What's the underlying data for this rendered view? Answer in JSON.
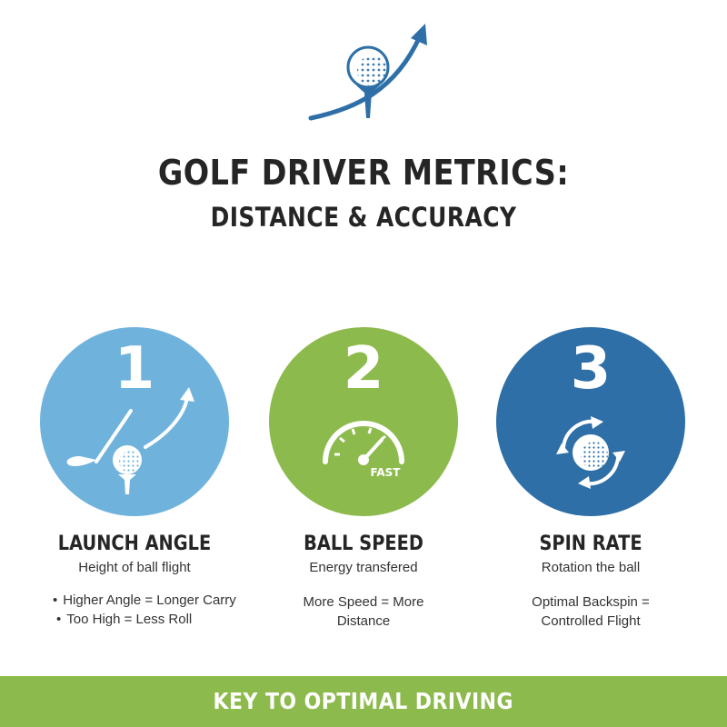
{
  "header": {
    "title": "GOLF DRIVER METRICS:",
    "subtitle": "DISTANCE & ACCURACY",
    "logo_icon": "golf-ball-tee-arrow-icon"
  },
  "colors": {
    "launch": "#6fb3dd",
    "speed": "#8dba4c",
    "spin": "#2e6fa8",
    "accent_blue": "#2e6fa8",
    "footer": "#8dba4c"
  },
  "metrics": [
    {
      "number": "1",
      "name": "LAUNCH ANGLE",
      "description": "Height of ball flight",
      "bullets": [
        "Higher Angle = Longer Carry",
        "Too High = Less Roll"
      ],
      "icon": "club-ball-arrow-icon"
    },
    {
      "number": "2",
      "name": "BALL SPEED",
      "description": "Energy transfered",
      "note": [
        "More Speed = More",
        "Distance"
      ],
      "gauge_label": "FAST",
      "icon": "speedometer-icon"
    },
    {
      "number": "3",
      "name": "SPIN RATE",
      "description": "Rotation the ball",
      "note": [
        "Optimal Backspin =",
        "Controlled Flight"
      ],
      "icon": "spinning-ball-icon"
    }
  ],
  "footer": {
    "label": "KEY TO OPTIMAL DRIVING"
  }
}
